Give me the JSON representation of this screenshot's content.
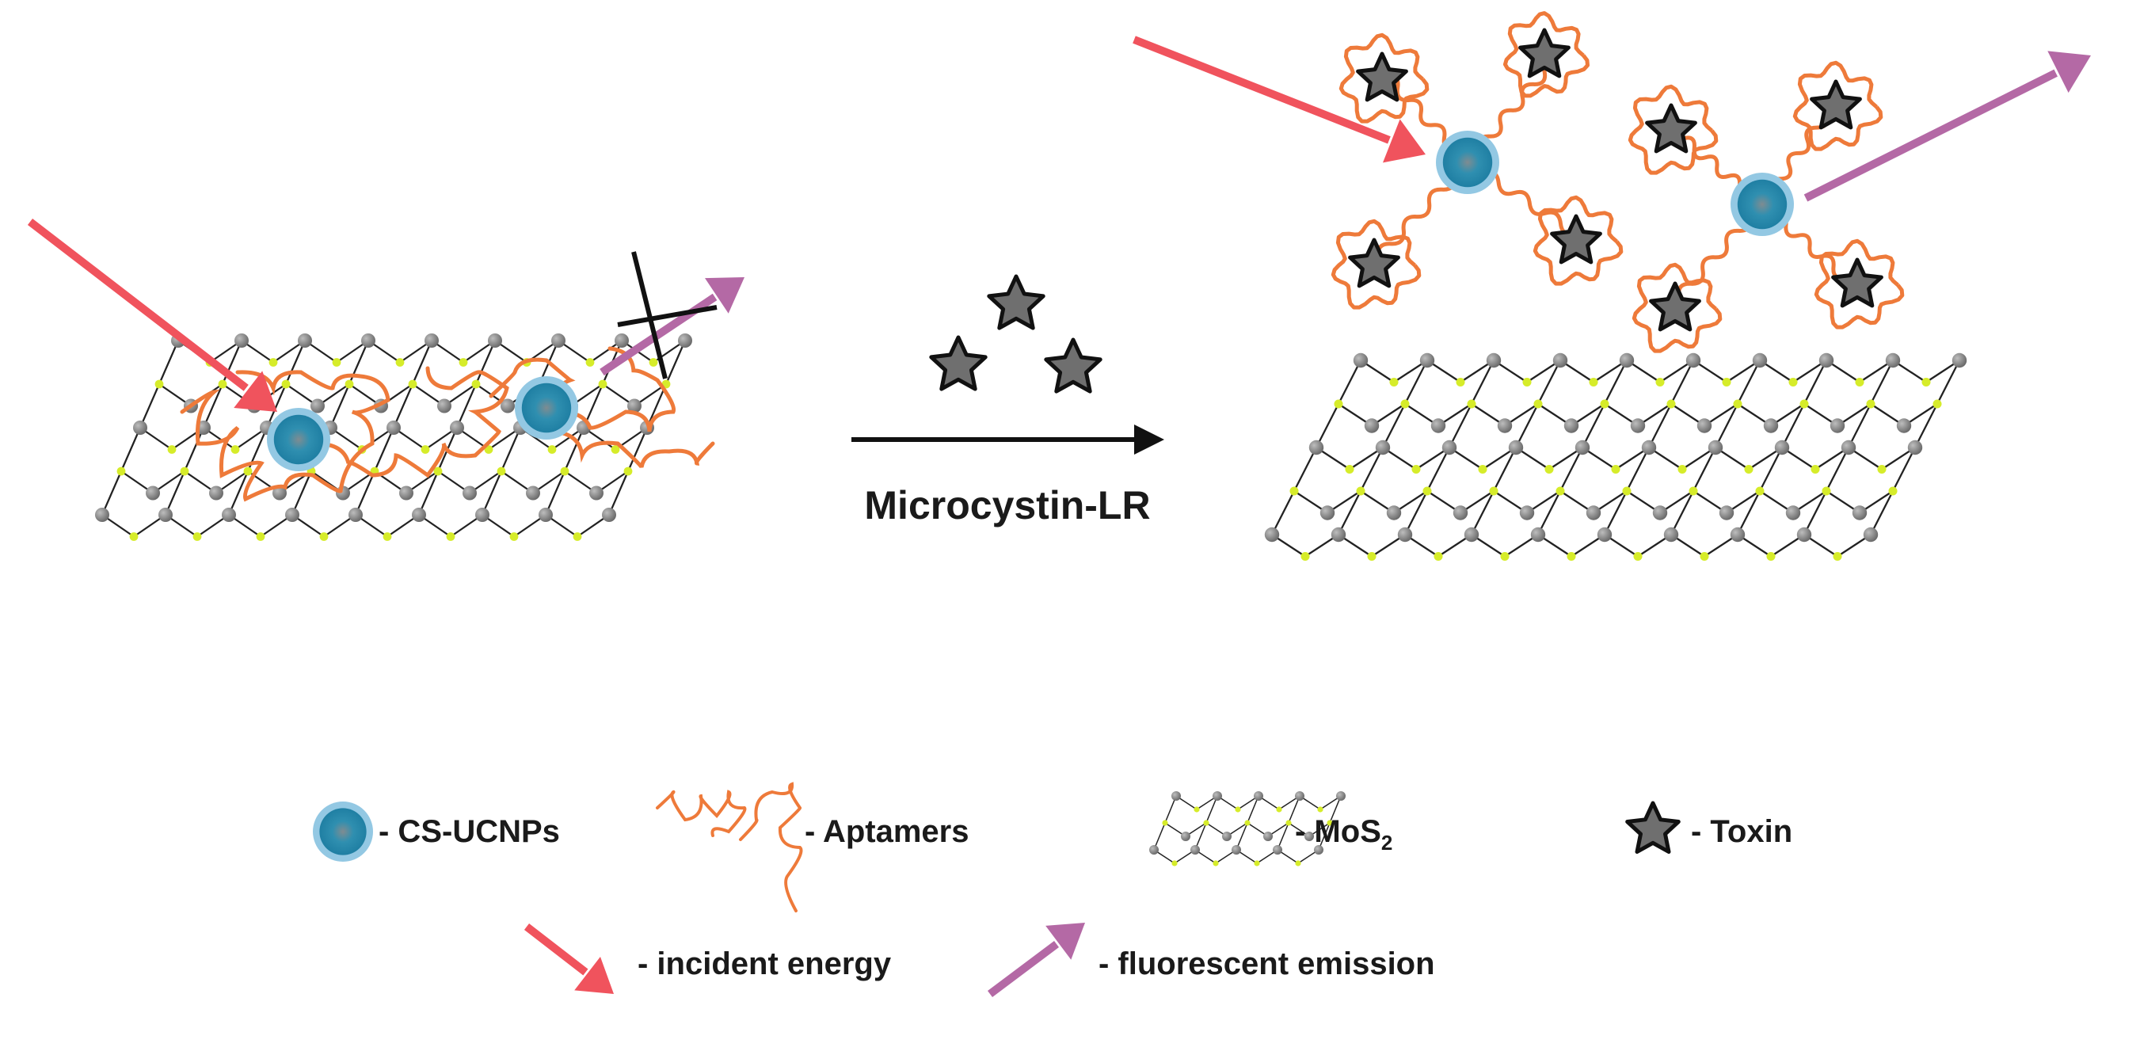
{
  "reaction": {
    "label": "Microcystin-LR"
  },
  "legend": {
    "ucnp": "- CS-UCNPs",
    "aptamer": "- Aptamers",
    "mos2_prefix": "- MoS",
    "mos2_subscript": "2",
    "toxin": "- Toxin",
    "incident": "- incident energy",
    "emission": "- fluorescent emission"
  },
  "colors": {
    "incident_arrow": "#f0535d",
    "emission_arrow": "#b469a5",
    "aptamer": "#ee7a3a",
    "ucnp_core": "#2f8fb0",
    "ucnp_ring": "#93c8e3",
    "mo_atom": "#8a8a8a",
    "s_atom": "#d6ec2a",
    "toxin_star": "#6f6f6f"
  }
}
